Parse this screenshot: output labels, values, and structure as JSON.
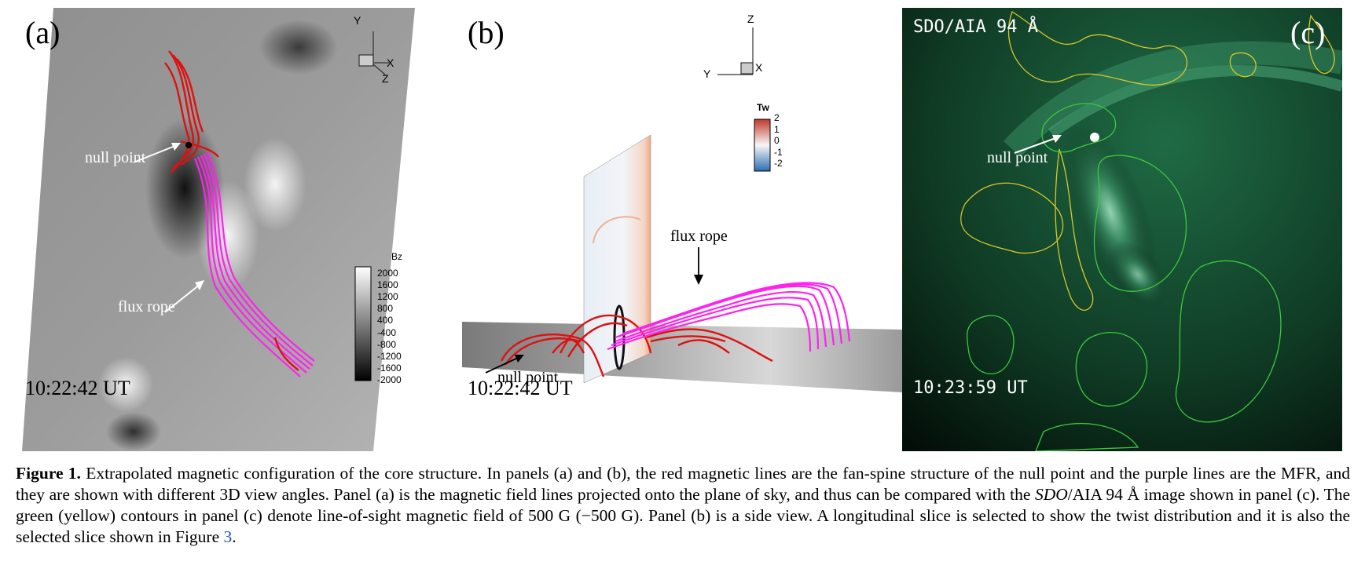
{
  "panel_a": {
    "label": "(a)",
    "timestamp": "10:22:42 UT",
    "annotations": {
      "null_point": "null point",
      "flux_rope": "flux rope"
    },
    "axes": {
      "y": "Y",
      "x": "X",
      "z": "Z"
    },
    "colorbar": {
      "title": "Bz",
      "ticks": [
        "2000",
        "1600",
        "1200",
        "800",
        "400",
        "-400",
        "-800",
        "-1200",
        "-1600",
        "-2000"
      ]
    }
  },
  "panel_b": {
    "label": "(b)",
    "timestamp": "10:22:42 UT",
    "annotations": {
      "null_point": "null point",
      "flux_rope": "flux rope"
    },
    "axes": {
      "z": "Z",
      "y": "Y",
      "x": "X"
    },
    "colorbar": {
      "title": "Tw",
      "ticks": [
        "2",
        "1",
        "0",
        "-1",
        "-2"
      ]
    }
  },
  "panel_c": {
    "label": "(c)",
    "instrument": "SDO/AIA 94 Å",
    "timestamp": "10:23:59 UT",
    "annotations": {
      "null_point": "null point"
    }
  },
  "caption": {
    "figure_label": "Figure 1.",
    "part1": " Extrapolated magnetic configuration of the core structure. In panels (a) and (b), the red magnetic lines are the fan-spine structure of the null point and the purple lines are the MFR, and they are shown with different 3D view angles. Panel (a) is the magnetic field lines projected onto the plane of sky, and thus can be compared with the ",
    "sdo": "SDO",
    "part2": "/AIA 94 Å image shown in panel (c). The green (yellow) contours in panel (c) denote line-of-sight magnetic field of 500 G (−500 G). Panel (b) is a side view. A longitudinal slice is selected to show the twist distribution and it is also the selected slice shown in Figure ",
    "figure_ref": "3",
    "part3": "."
  },
  "colors": {
    "fan_spine": "#dd1111",
    "flux_rope": "#ff22ee",
    "aia_green": "#1f6b45",
    "contour_yellow": "#d8c828",
    "contour_green": "#3cc83c"
  }
}
